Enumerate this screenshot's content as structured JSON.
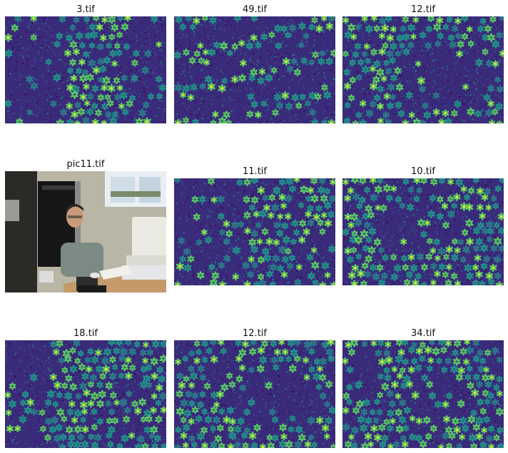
{
  "figure": {
    "panels": [
      {
        "title": "3.tif",
        "kind": "texture",
        "pattern": "cross"
      },
      {
        "title": "49.tif",
        "kind": "texture",
        "pattern": "stripes"
      },
      {
        "title": "12.tif",
        "kind": "texture",
        "pattern": "patch"
      },
      {
        "title": "pic11.tif",
        "kind": "photo"
      },
      {
        "title": "11.tif",
        "kind": "texture",
        "pattern": "diag-band"
      },
      {
        "title": "10.tif",
        "kind": "texture",
        "pattern": "center-patch"
      },
      {
        "title": "18.tif",
        "kind": "texture",
        "pattern": "dark-left"
      },
      {
        "title": "12.tif",
        "kind": "texture",
        "pattern": "patch"
      },
      {
        "title": "34.tif",
        "kind": "texture",
        "pattern": "slant-block"
      }
    ],
    "colormap": [
      "#440154",
      "#3b528b",
      "#21908c",
      "#5dc863",
      "#fde725"
    ]
  }
}
